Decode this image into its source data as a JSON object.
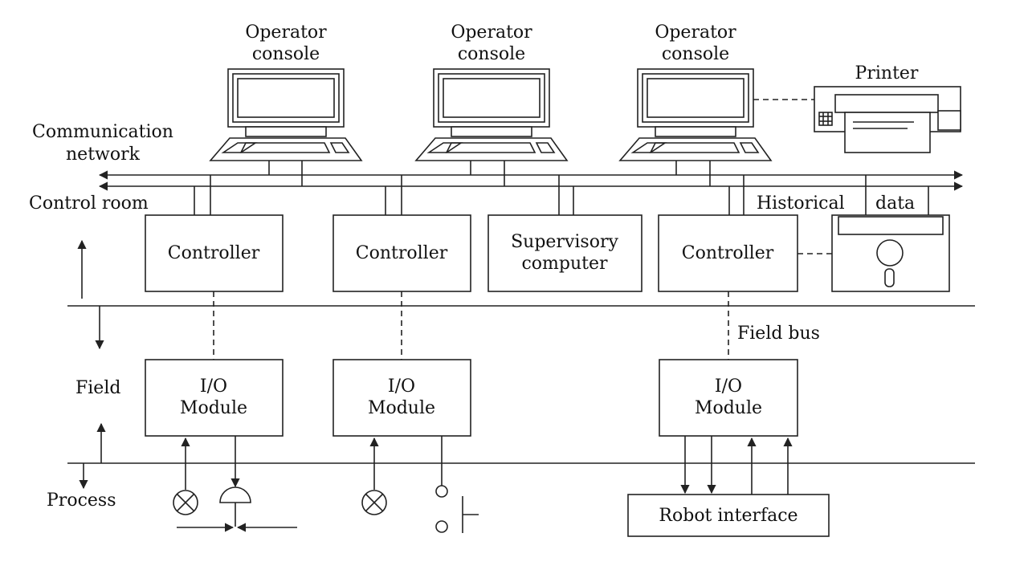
{
  "labels": {
    "operator_console_1": [
      "Operator",
      "console"
    ],
    "operator_console_2": [
      "Operator",
      "console"
    ],
    "operator_console_3": [
      "Operator",
      "console"
    ],
    "printer": "Printer",
    "communication_network": [
      "Communication",
      "network"
    ],
    "control_room": "Control room",
    "historical": "Historical",
    "data": "data",
    "controller_1": "Controller",
    "controller_2": "Controller",
    "supervisory_computer": [
      "Supervisory",
      "computer"
    ],
    "controller_3": "Controller",
    "field_bus": "Field bus",
    "field": "Field",
    "io_module_1": [
      "I/O",
      "Module"
    ],
    "io_module_2": [
      "I/O",
      "Module"
    ],
    "io_module_3": [
      "I/O",
      "Module"
    ],
    "process": "Process",
    "robot_interface": "Robot interface"
  },
  "icons": [
    "monitor-icon",
    "keyboard-icon",
    "printer-icon",
    "floppy-disk-icon",
    "lamp-icon",
    "valve-icon",
    "switch-icon",
    "arrow-icon"
  ]
}
